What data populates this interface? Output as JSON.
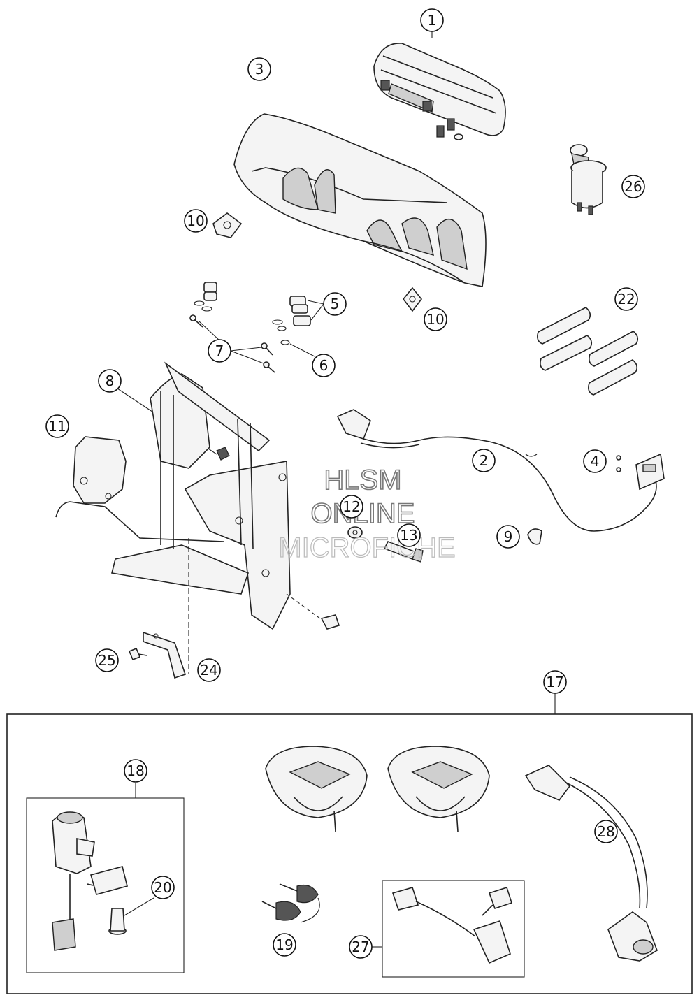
{
  "callouts": {
    "c1": "1",
    "c2": "2",
    "c3": "3",
    "c4": "4",
    "c5": "5",
    "c6": "6",
    "c7": "7",
    "c8": "8",
    "c9": "9",
    "c10a": "10",
    "c10b": "10",
    "c11": "11",
    "c12": "12",
    "c13": "13",
    "c17": "17",
    "c18": "18",
    "c19": "19",
    "c20": "20",
    "c22": "22",
    "c24": "24",
    "c25": "25",
    "c26": "26",
    "c27": "27",
    "c28": "28"
  },
  "watermark": {
    "line1": "HLSM",
    "line2": "ONLINE",
    "line3": "MICROFICHE"
  }
}
